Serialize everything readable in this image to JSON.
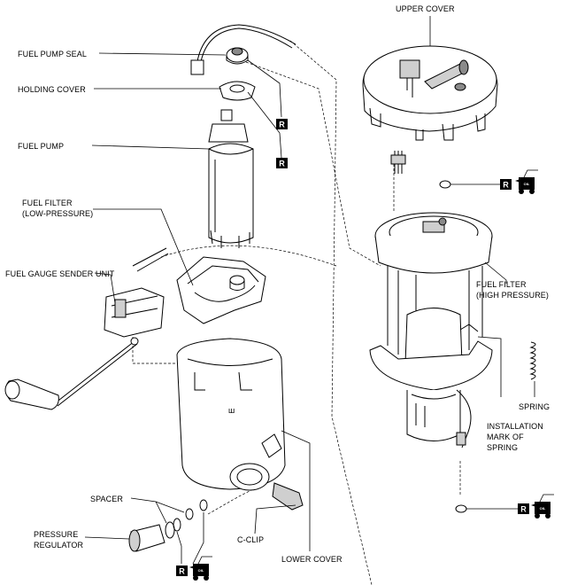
{
  "labels": {
    "upper_cover": "UPPER COVER",
    "fuel_pump_seal": "FUEL PUMP SEAL",
    "holding_cover": "HOLDING COVER",
    "fuel_pump": "FUEL PUMP",
    "fuel_filter_low_1": "FUEL FILTER",
    "fuel_filter_low_2": "(LOW-PRESSURE)",
    "fuel_gauge_sender": "FUEL GAUGE SENDER UNIT",
    "fuel_filter_high_1": "FUEL FILTER",
    "fuel_filter_high_2": "(HIGH PRESSURE)",
    "spring": "SPRING",
    "install_mark_1": "INSTALLATION",
    "install_mark_2": "MARK OF",
    "install_mark_3": "SPRING",
    "spacer": "SPACER",
    "pressure_regulator_1": "PRESSURE",
    "pressure_regulator_2": "REGULATOR",
    "c_clip": "C-CLIP",
    "lower_cover": "LOWER COVER"
  },
  "symbols": {
    "replace_mark": "R",
    "oil_can": "OIL"
  }
}
